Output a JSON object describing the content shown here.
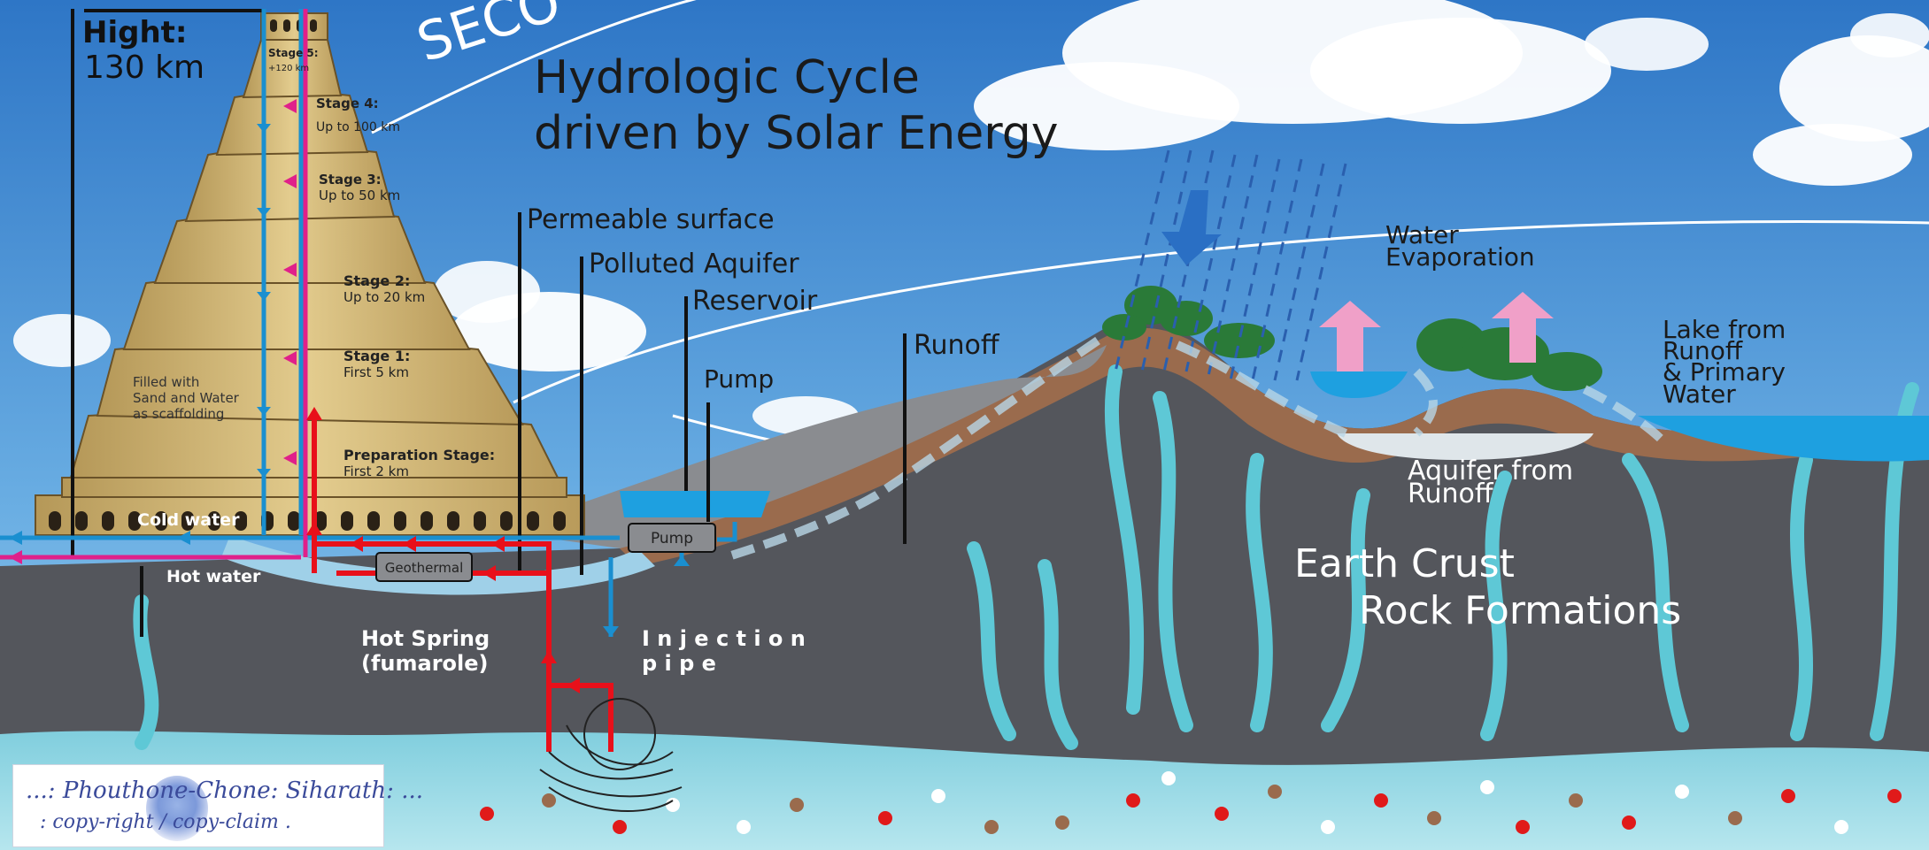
{
  "title_line1": "Hydrologic Cycle",
  "title_line2": "driven by Solar Energy",
  "arc_text": "SECO",
  "height": {
    "label": "Hight:",
    "value": "130 km"
  },
  "stages": [
    {
      "name": "Stage 5:",
      "detail": "+120 km"
    },
    {
      "name": "Stage 4:",
      "detail": "Up to 100 km"
    },
    {
      "name": "Stage 3:",
      "detail": "Up to 50 km"
    },
    {
      "name": "Stage 2:",
      "detail": "Up to 20 km"
    },
    {
      "name": "Stage 1:",
      "detail": "First 5 km"
    },
    {
      "name": "Preparation Stage:",
      "detail": "First 2 km"
    }
  ],
  "tower_fill_note": [
    "Filled with",
    "Sand and Water",
    "as scaffolding"
  ],
  "labels": {
    "permeable_surface": "Permeable surface",
    "polluted_aquifer": "Polluted Aquifer",
    "reservoir": "Reservoir",
    "pump": "Pump",
    "runoff": "Runoff",
    "water_evaporation": [
      "Water",
      "Evaporation"
    ],
    "lake": [
      "Lake from",
      "Runoff",
      "& Primary",
      "Water"
    ],
    "aquifer_runoff": [
      "Aquifer from",
      "Runoff"
    ],
    "earth_crust": "Earth Crust",
    "rock_formations": "Rock Formations",
    "cold_water": "Cold water",
    "hot_water": "Hot water",
    "geothermal": "Geothermal",
    "pump_box": "Pump",
    "hot_spring": [
      "Hot Spring",
      "(fumarole)"
    ],
    "injection_pipe": [
      "I n j e c t i o n",
      "p i p e"
    ]
  },
  "signature": {
    "line1": "...: Phouthone-Chone: Siharath: ...",
    "line2": ": copy-right / copy-claim ."
  },
  "colors": {
    "sky": "#4a90d0",
    "tower": "#d9bf7e",
    "crust": "#54565c",
    "water": "#5ec8d6",
    "hot_pipe": "#e8101a",
    "cold_pipe": "#1a8fd0",
    "magenta": "#e0208a"
  }
}
